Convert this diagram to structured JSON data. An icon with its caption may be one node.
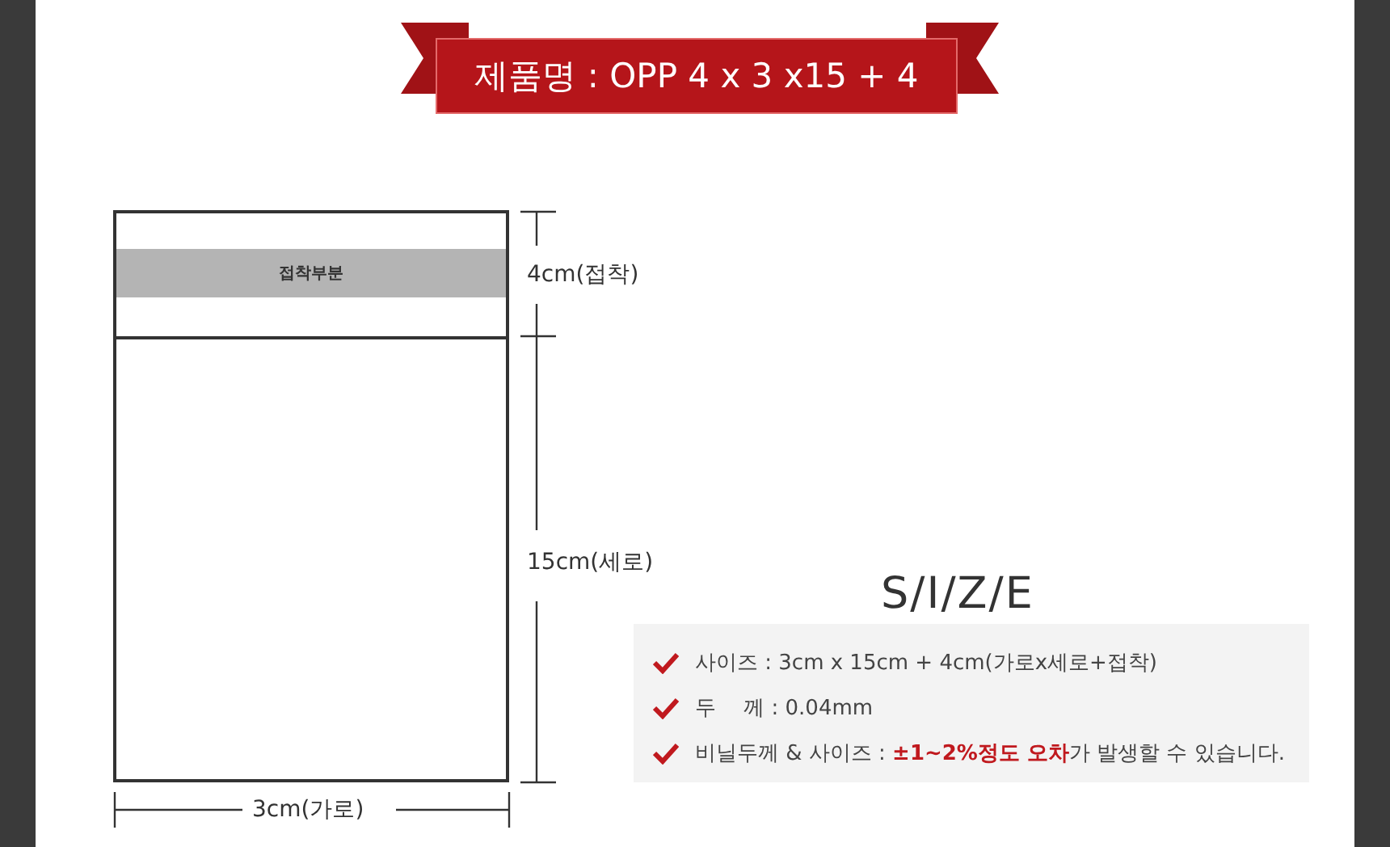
{
  "diagram": {
    "title": "제품명 : OPP 4 x 3 x15 + 4",
    "nodes": [
      {
        "text": [],
        "shape": "box"
      },
      {
        "text": [
          "접착부분"
        ],
        "in": 0
      },
      {
        "text": [
          "사이즈 : 3cm x 15cm + 4cm(가로x세로+접착)",
          "두　 께 : 0.04mm",
          "비닐두께 & 사이즈 : **±1~2%정도 오차**가 발생할 수 있습니다."
        ]
      }
    ],
    "edges": [],
    "labels": [
      "4cm(접착)",
      "15cm(세로)",
      "3cm(가로)",
      "S/I/Z/E"
    ]
  }
}
